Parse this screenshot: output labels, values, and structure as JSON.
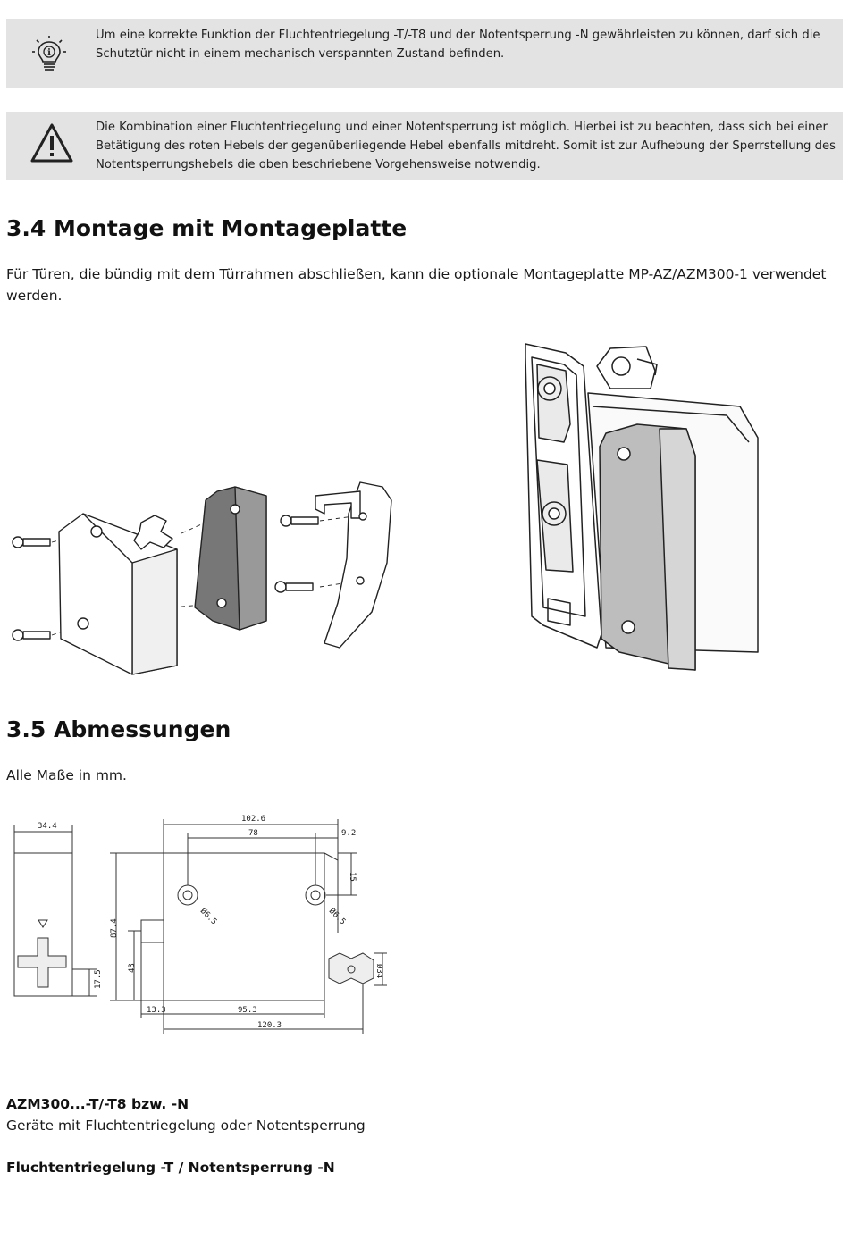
{
  "notice_info": {
    "icon": "lightbulb-info-icon",
    "text": "Um eine korrekte Funktion der Fluchtentriegelung -T/-T8 und der Notentsperrung -N gewährleisten zu können, darf sich die Schutztür nicht in einem mechanisch verspannten Zustand befinden."
  },
  "notice_warning": {
    "icon": "warning-triangle-icon",
    "text": "Die Kombination einer Fluchtentriegelung und einer Notentsperrung ist möglich. Hierbei ist zu beachten, dass sich bei einer Betätigung des roten Hebels der gegenüberliegende Hebel ebenfalls mitdreht. Somit ist zur Aufhebung der Sperrstellung des Notentsperrungshebels die oben beschriebene Vorgehensweise notwendig."
  },
  "section_34": {
    "title": "3.4 Montage mit Montageplatte",
    "body": "Für Türen, die bündig mit dem Türrahmen abschließen, kann die optionale Montageplatte MP-AZ/AZM300-1 verwendet werden."
  },
  "section_35": {
    "title": "3.5 Abmessungen",
    "body": "Alle Maße in mm."
  },
  "dimensions": {
    "side_width": "34.4",
    "side_height": "17.5",
    "total_width": "102.6",
    "hole_spacing": "78",
    "hole_offset_right": "9.2",
    "hole_offset_top": "15",
    "hole_dia_left": "Ø6.5",
    "hole_dia_right": "Ø6.5",
    "height": "87.4",
    "axis_height": "43",
    "knob_dia": "Ø34",
    "base_left": "13.3",
    "base_width": "95.3",
    "overall_width": "120.3"
  },
  "variant": {
    "title": "AZM300...-T/-T8 bzw. -N",
    "subtitle": "Geräte mit Fluchtentriegelung oder Notentsperrung",
    "heading": "Fluchtentriegelung -T / Notentsperrung -N"
  }
}
